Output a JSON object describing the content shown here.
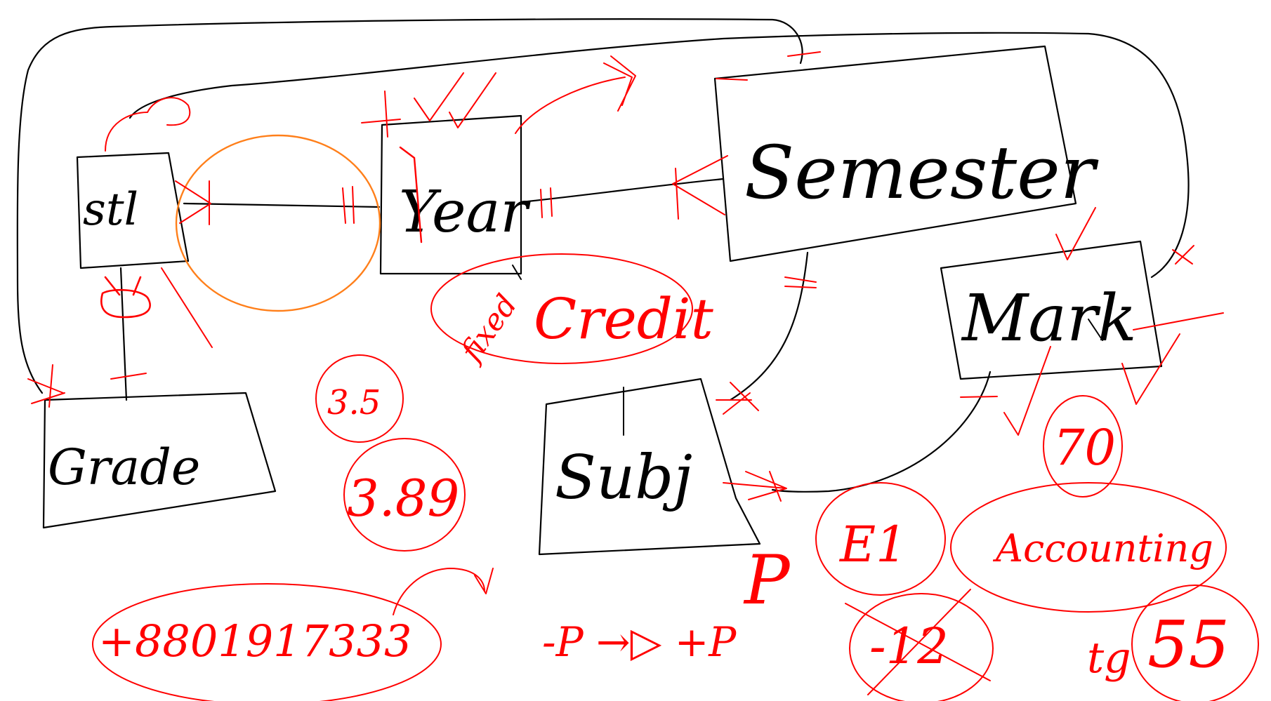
{
  "entities": {
    "std": "stl",
    "year": "Year",
    "semester": "Semester",
    "mark": "Mark",
    "grade": "Grade",
    "subject": "Subj"
  },
  "annotations": {
    "fixed": "fixed",
    "credit": "Credit",
    "gpa1": "3.5",
    "gpa2": "3.89",
    "phone": "+8801917333",
    "arrow_label": "-P →▷ +P",
    "e1": "E1",
    "score": "70",
    "accounting": "Accounting",
    "crossed": "-12",
    "tag": "tg",
    "score2": "55",
    "p_mark": "P"
  },
  "colors": {
    "ink": "#000000",
    "annotation": "#ff0000",
    "highlight": "#ff7f1a"
  }
}
